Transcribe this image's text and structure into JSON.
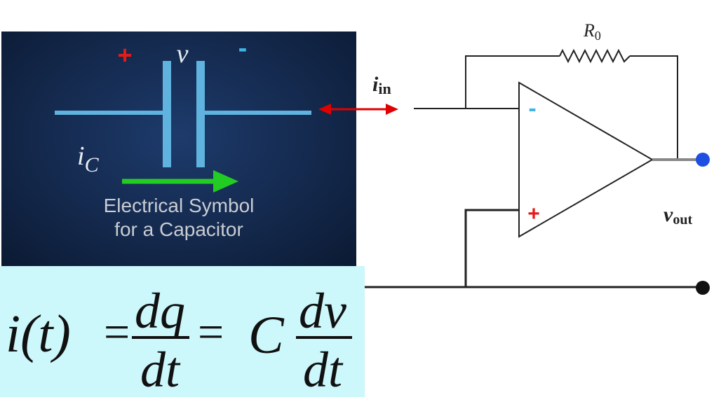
{
  "capacitor_panel": {
    "plus_sign": "+",
    "minus_sign": "-",
    "voltage_label": "v",
    "current_label_main": "i",
    "current_label_sub": "C",
    "caption_line1": "Electrical Symbol",
    "caption_line2": "for a Capacitor"
  },
  "equation": {
    "lhs": "i(t)",
    "eq1": "=",
    "frac1_num": "dq",
    "frac1_den": "dt",
    "eq2": "=",
    "coef": "C",
    "frac2_num": "dv",
    "frac2_den": "dt"
  },
  "circuit": {
    "resistor_label_main": "R",
    "resistor_label_sub": "0",
    "input_current_main": "i",
    "input_current_sub": "in",
    "output_voltage_main": "v",
    "output_voltage_sub": "out",
    "inverting_sign": "-",
    "noninverting_sign": "+"
  },
  "colors": {
    "panel_bg": "#14294d",
    "capacitor_lines": "#5fb3de",
    "plus_red": "#e41b1b",
    "minus_cyan": "#3fb4e6",
    "arrow_green": "#22cc22",
    "link_arrow_red": "#e00000",
    "output_dot_blue": "#1f4fe0",
    "equation_bg": "#ccf7fb"
  }
}
